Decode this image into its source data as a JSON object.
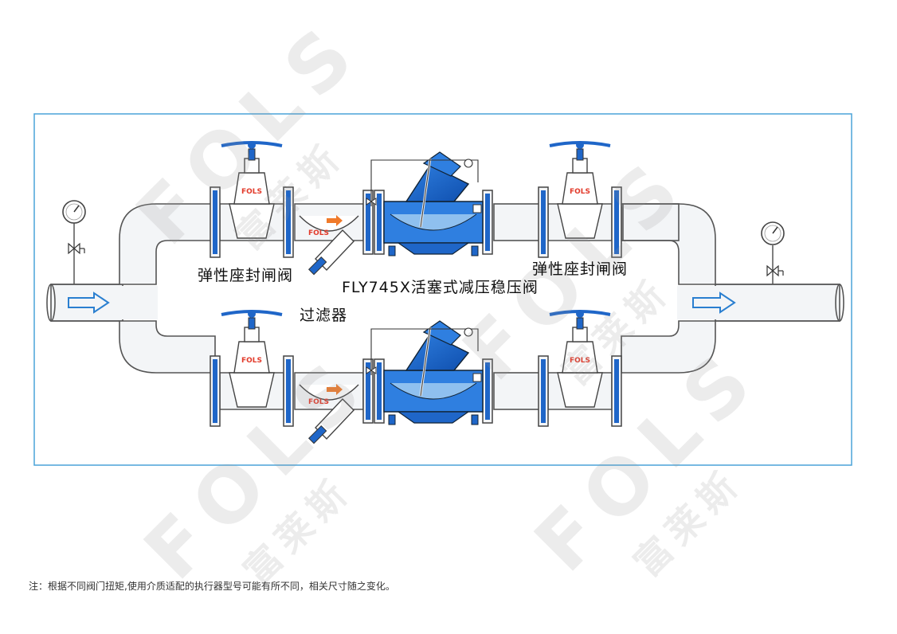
{
  "labels": {
    "gate_valve_left": "弹性座封闸阀",
    "gate_valve_right": "弹性座封闸阀",
    "strainer": "过滤器",
    "main_valve": "FLY745X活塞式减压稳压阀"
  },
  "brand": "FOLS",
  "watermark": {
    "latin": "FOLS",
    "chinese": "富莱斯"
  },
  "note": "注：根据不同阀门扭矩,使用介质适配的执行器型号可能有所不同，相关尺寸随之变化。",
  "colors": {
    "frame": "#4aa3d8",
    "pipe_fill": "#f2f4f6",
    "pipe_stroke": "#555555",
    "valve_blue": "#1f66c8",
    "valve_light": "#8fc0ef",
    "flow_arrow": "#2a7fd0",
    "brand_red": "#e23a2a",
    "red_arrow": "#f07a2a"
  }
}
